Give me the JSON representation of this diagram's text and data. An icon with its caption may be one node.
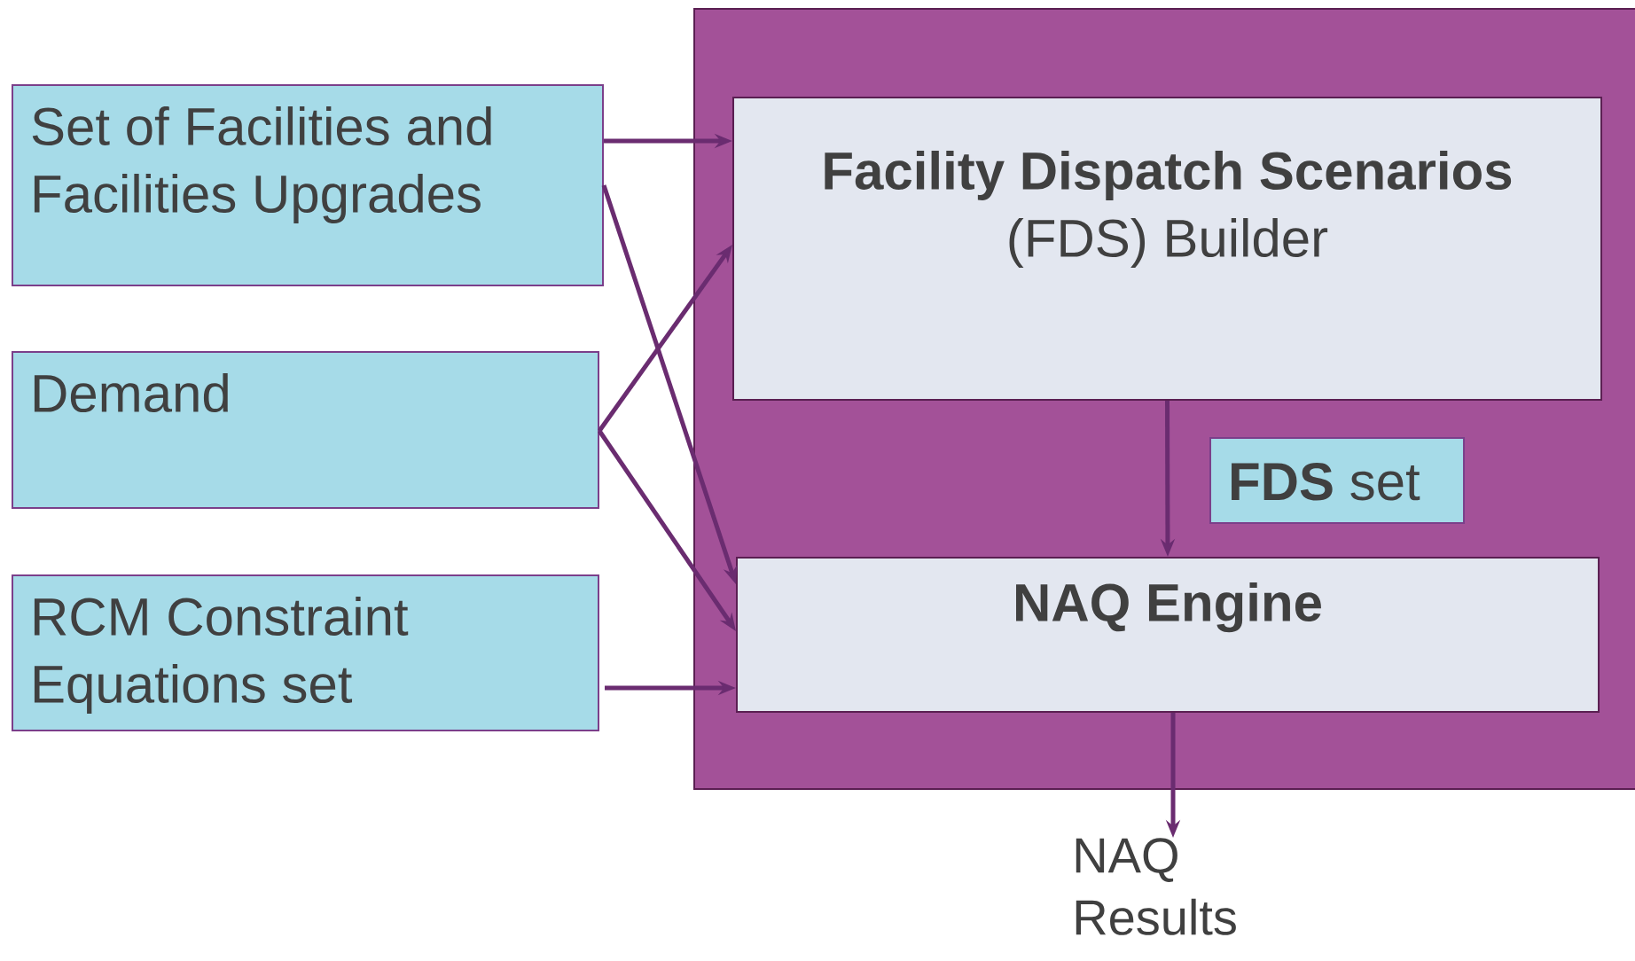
{
  "diagram": {
    "nodes": [
      {
        "text": [],
        "shape": "box"
      },
      {
        "text": [
          "Set of Facilities and Facilities Upgrades"
        ]
      },
      {
        "text": [
          "Demand"
        ]
      },
      {
        "text": [
          "RCM Constraint Equations set"
        ]
      },
      {
        "text": [
          "Facility Dispatch Scenarios",
          "(FDS) Builder"
        ],
        "in": 0
      },
      {
        "text": [
          "**FDS** set"
        ],
        "in": 0
      },
      {
        "text": [
          "NAQ Engine"
        ],
        "in": 0
      },
      {
        "text": [
          "NAQ Results"
        ]
      }
    ],
    "edges": [
      {
        "from": 1,
        "to": 4,
        "arrow": "to"
      },
      {
        "from": 1,
        "to": 6,
        "arrow": "to"
      },
      {
        "from": 2,
        "to": 4,
        "arrow": "to"
      },
      {
        "from": 2,
        "to": 6,
        "arrow": "to"
      },
      {
        "from": 3,
        "to": 6,
        "arrow": "to"
      },
      {
        "from": 4,
        "to": 6,
        "arrow": "to"
      },
      {
        "from": 6,
        "to": 7,
        "arrow": "to"
      }
    ]
  }
}
